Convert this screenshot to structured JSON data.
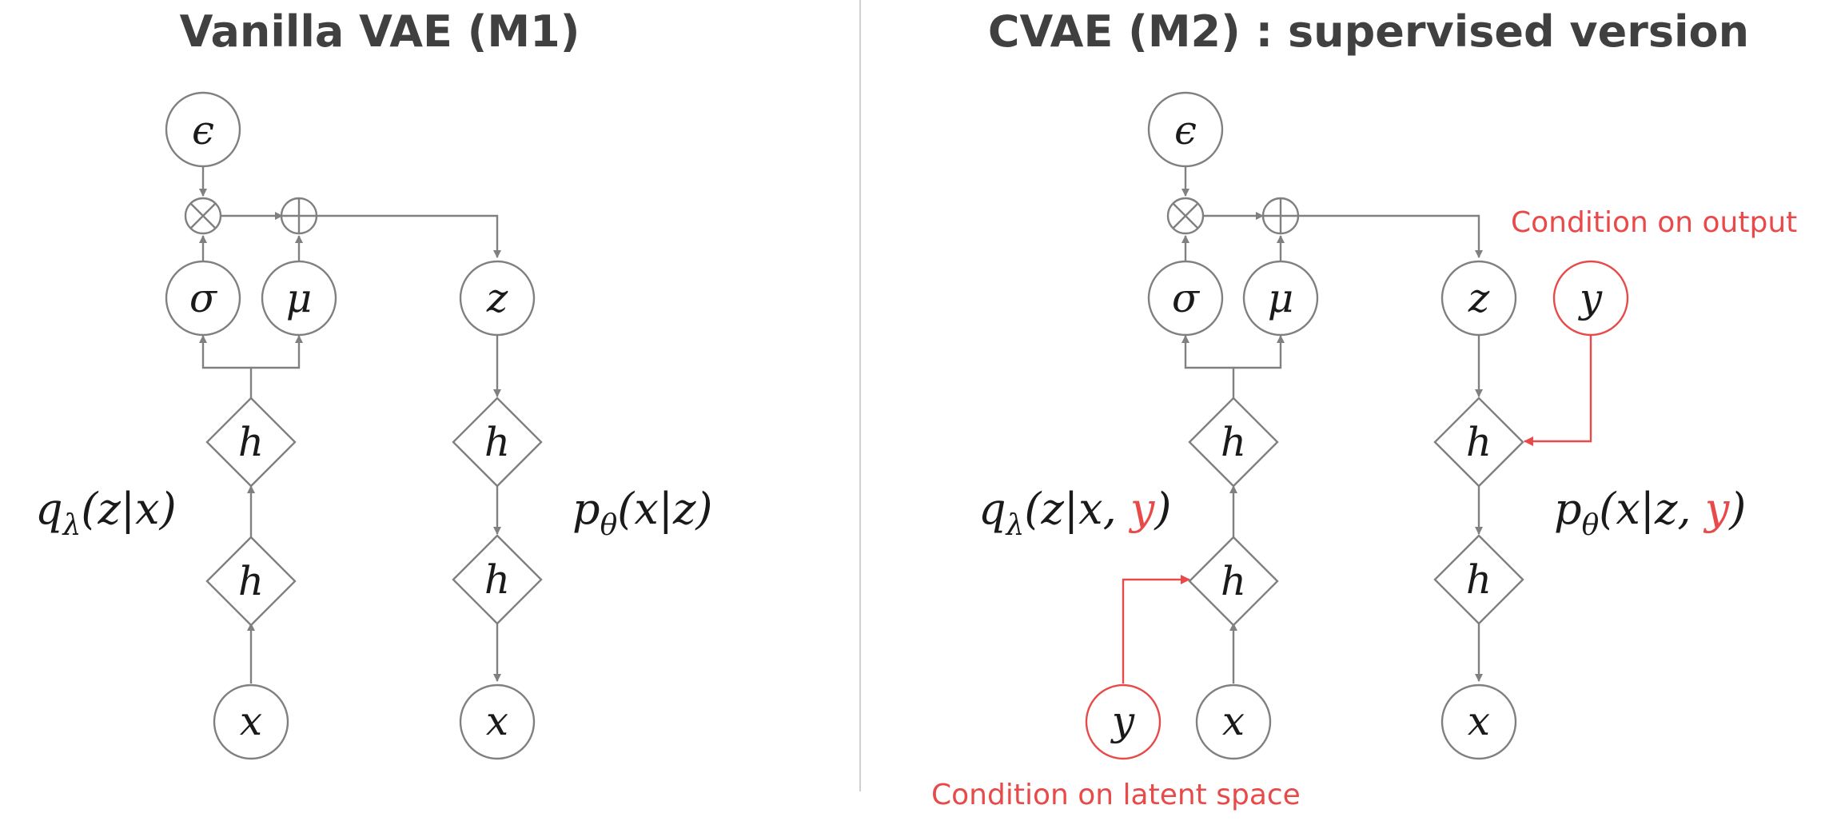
{
  "left": {
    "title": "Vanilla VAE (M1)",
    "nodes": {
      "eps": "ϵ",
      "sigma": "σ",
      "mu": "μ",
      "z": "z",
      "h": "h",
      "x": "x"
    },
    "encoder_label": {
      "q": "q",
      "sub": "λ",
      "args": "(z|x)"
    },
    "decoder_label": {
      "p": "p",
      "sub": "θ",
      "args": "(x|z)"
    }
  },
  "right": {
    "title": "CVAE (M2) : supervised version",
    "nodes": {
      "eps": "ϵ",
      "sigma": "σ",
      "mu": "μ",
      "z": "z",
      "h": "h",
      "x": "x",
      "y": "y"
    },
    "encoder_label": {
      "q": "q",
      "sub": "λ",
      "args_pre": "(z|x, ",
      "cond": "y",
      "args_post": ")"
    },
    "decoder_label": {
      "p": "p",
      "sub": "θ",
      "args_pre": "(x|z, ",
      "cond": "y",
      "args_post": ")"
    },
    "annotation_output": "Condition on output",
    "annotation_latent": "Condition on latent space"
  },
  "colors": {
    "line": "#808080",
    "accent": "#e84a4a",
    "title": "#404040"
  }
}
